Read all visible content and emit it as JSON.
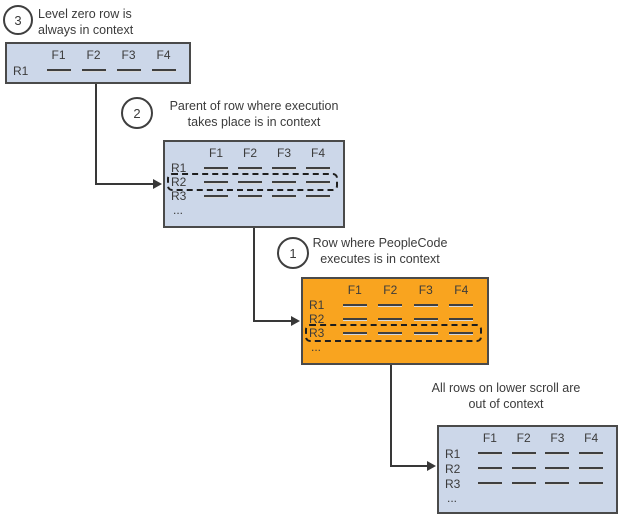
{
  "callouts": [
    {
      "number": "3",
      "line1": "Level zero row is",
      "line2": "always in context"
    },
    {
      "number": "2",
      "line1": "Parent of row where execution",
      "line2": "takes place is in context"
    },
    {
      "number": "1",
      "line1": "Row where PeopleCode",
      "line2": "executes is in context"
    }
  ],
  "note": {
    "line1": "All rows on lower scroll are",
    "line2": "out of context"
  },
  "tables": [
    {
      "name": "level-zero-grid",
      "fields": [
        "F1",
        "F2",
        "F3",
        "F4"
      ],
      "rows": [
        {
          "label": "R1",
          "highlight": false
        }
      ],
      "ellipsis": null,
      "fill": "#ccd7e9"
    },
    {
      "name": "parent-row-grid",
      "fields": [
        "F1",
        "F2",
        "F3",
        "F4"
      ],
      "rows": [
        {
          "label": "R1",
          "highlight": false
        },
        {
          "label": "R2",
          "highlight": true
        },
        {
          "label": "R3",
          "highlight": false
        }
      ],
      "ellipsis": "...",
      "fill": "#ccd7e9"
    },
    {
      "name": "execution-row-grid",
      "fields": [
        "F1",
        "F2",
        "F3",
        "F4"
      ],
      "rows": [
        {
          "label": "R1",
          "highlight": false
        },
        {
          "label": "R2",
          "highlight": false
        },
        {
          "label": "R3",
          "highlight": true
        }
      ],
      "ellipsis": "...",
      "fill": "#f9a41f"
    },
    {
      "name": "lower-scroll-grid",
      "fields": [
        "F1",
        "F2",
        "F3",
        "F4"
      ],
      "rows": [
        {
          "label": "R1",
          "highlight": false
        },
        {
          "label": "R2",
          "highlight": false
        },
        {
          "label": "R3",
          "highlight": false
        }
      ],
      "ellipsis": "...",
      "fill": "#ccd7e9"
    }
  ],
  "colors": {
    "grid_blue": "#ccd7e9",
    "grid_orange": "#f9a41f",
    "grid_border": "#4a4a4a",
    "connector": "#383838",
    "text": "#3b3b3b"
  }
}
